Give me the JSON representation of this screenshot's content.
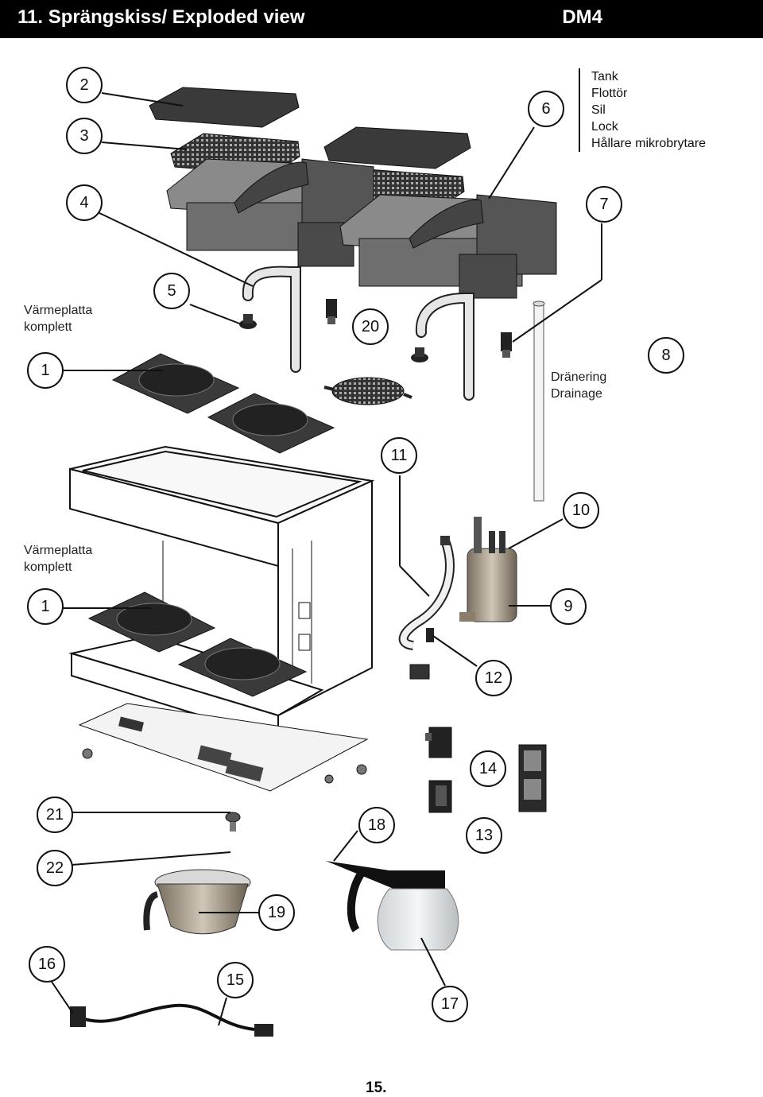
{
  "header": {
    "title": "11. Sprängskiss/ Exploded view",
    "model": "DM4"
  },
  "legend": [
    "Tank",
    "Flottör",
    "Sil",
    "Lock",
    "Hållare mikrobrytare"
  ],
  "labels": {
    "warmer_top": [
      "Värmeplatta",
      "komplett"
    ],
    "warmer_bottom": [
      "Värmeplatta",
      "komplett"
    ],
    "drainage": [
      "Dränering",
      "Drainage"
    ]
  },
  "callouts": {
    "c2": "2",
    "c3": "3",
    "c6": "6",
    "c4": "4",
    "c7": "7",
    "c5": "5",
    "c20": "20",
    "c1a": "1",
    "c8": "8",
    "c11": "11",
    "c10": "10",
    "c1b": "1",
    "c9": "9",
    "c12": "12",
    "c14": "14",
    "c21": "21",
    "c18": "18",
    "c13": "13",
    "c22": "22",
    "c19": "19",
    "c16": "16",
    "c15": "15",
    "c17": "17"
  },
  "page_number": "15."
}
